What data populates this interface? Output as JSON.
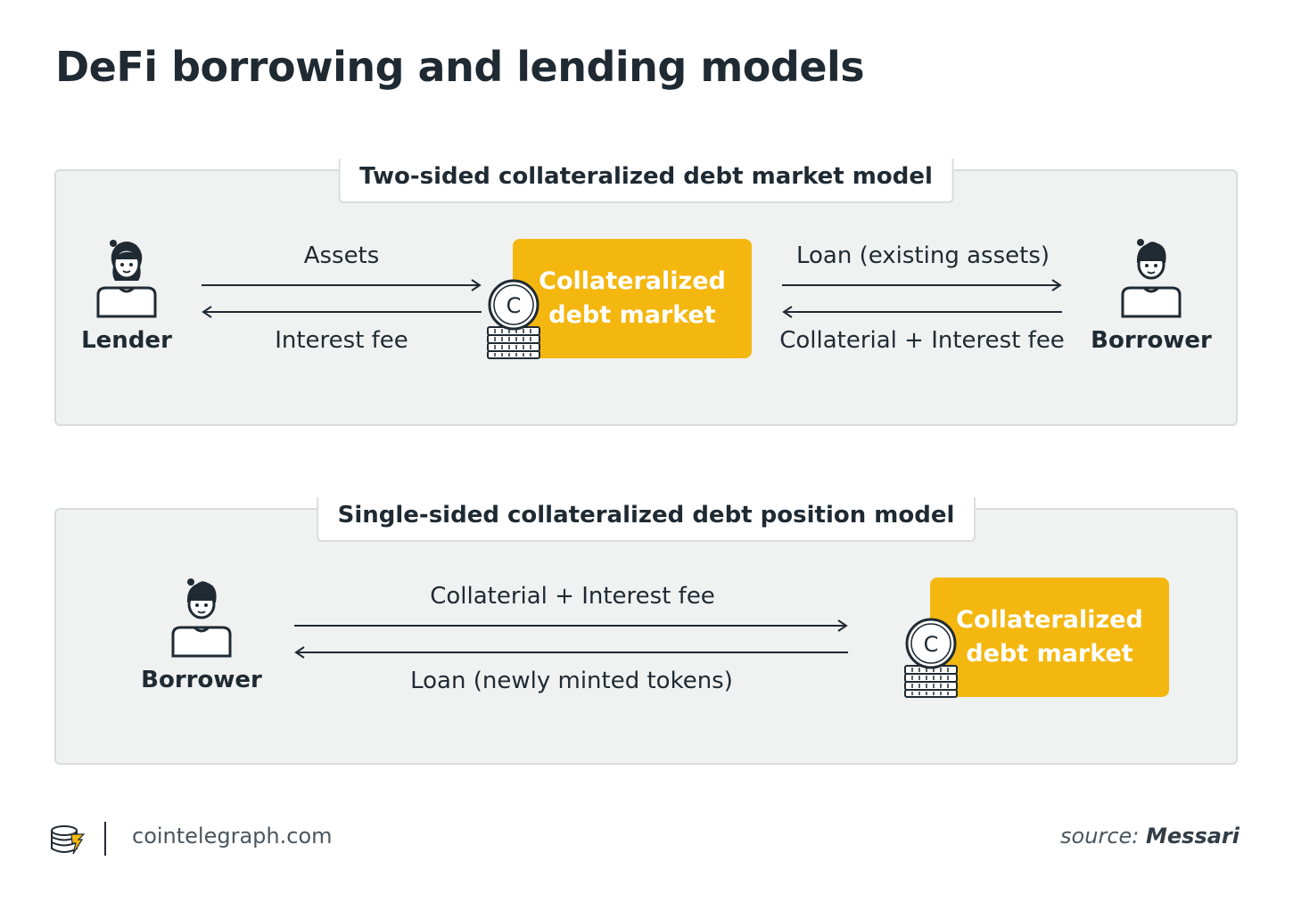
{
  "title": "DeFi borrowing and lending models",
  "panels": [
    {
      "heading": "Two-sided collateralized debt market model",
      "left_person": "Lender",
      "right_person": "Borrower",
      "left_top_label": "Assets",
      "left_bottom_label": "Interest fee",
      "right_top_label": "Loan (existing assets)",
      "right_bottom_label": "Collaterial + Interest fee",
      "market_line1": "Collateralized",
      "market_line2": "debt market",
      "coin_letter": "C"
    },
    {
      "heading": "Single-sided collateralized debt position model",
      "left_person": "Borrower",
      "top_label": "Collaterial + Interest fee",
      "bottom_label": "Loan (newly minted tokens)",
      "market_line1": "Collateralized",
      "market_line2": "debt market",
      "coin_letter": "C"
    }
  ],
  "footer": {
    "site": "cointelegraph.com",
    "source_label": "source:",
    "source_name": "Messari"
  },
  "colors": {
    "accent": "#f4b70f",
    "panel_bg": "#f0f1f1",
    "text": "#1f2a33"
  }
}
